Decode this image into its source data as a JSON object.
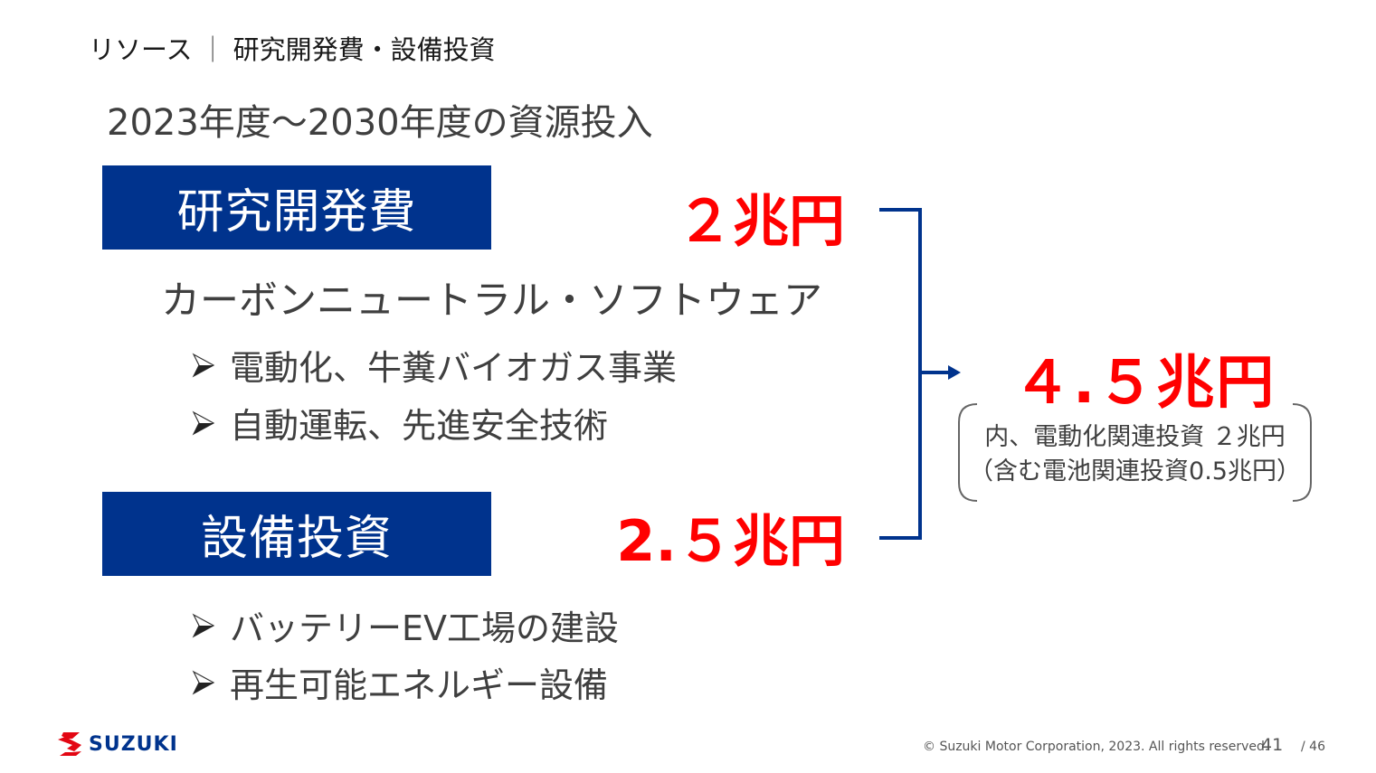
{
  "header": {
    "section": "リソース",
    "separator": "｜",
    "topic": "研究開発費・設備投資"
  },
  "title": "2023年度～2030年度の資源投入",
  "rd": {
    "label": "研究開発費",
    "amount": "２兆円",
    "subheading": "カーボンニュートラル・ソフトウェア",
    "bullets": [
      "電動化、牛糞バイオガス事業",
      "自動運転、先進安全技術"
    ]
  },
  "capex": {
    "label": "設備投資",
    "amount": "2.５兆円",
    "bullets": [
      "バッテリーEV工場の建設",
      "再生可能エネルギー設備"
    ]
  },
  "total": {
    "amount": "４.５兆円",
    "note_line1": "内、電動化関連投資 ２兆円",
    "note_line2": "（含む電池関連投資0.5兆円）"
  },
  "colors": {
    "brand_blue": "#00338d",
    "highlight_red": "#ff0000",
    "text_gray": "#3f3f3f"
  },
  "footer": {
    "logo_text": "SUZUKI",
    "copyright": "© Suzuki Motor Corporation, 2023. All rights reserved.",
    "page": "41",
    "total_pages": "/ 46"
  }
}
